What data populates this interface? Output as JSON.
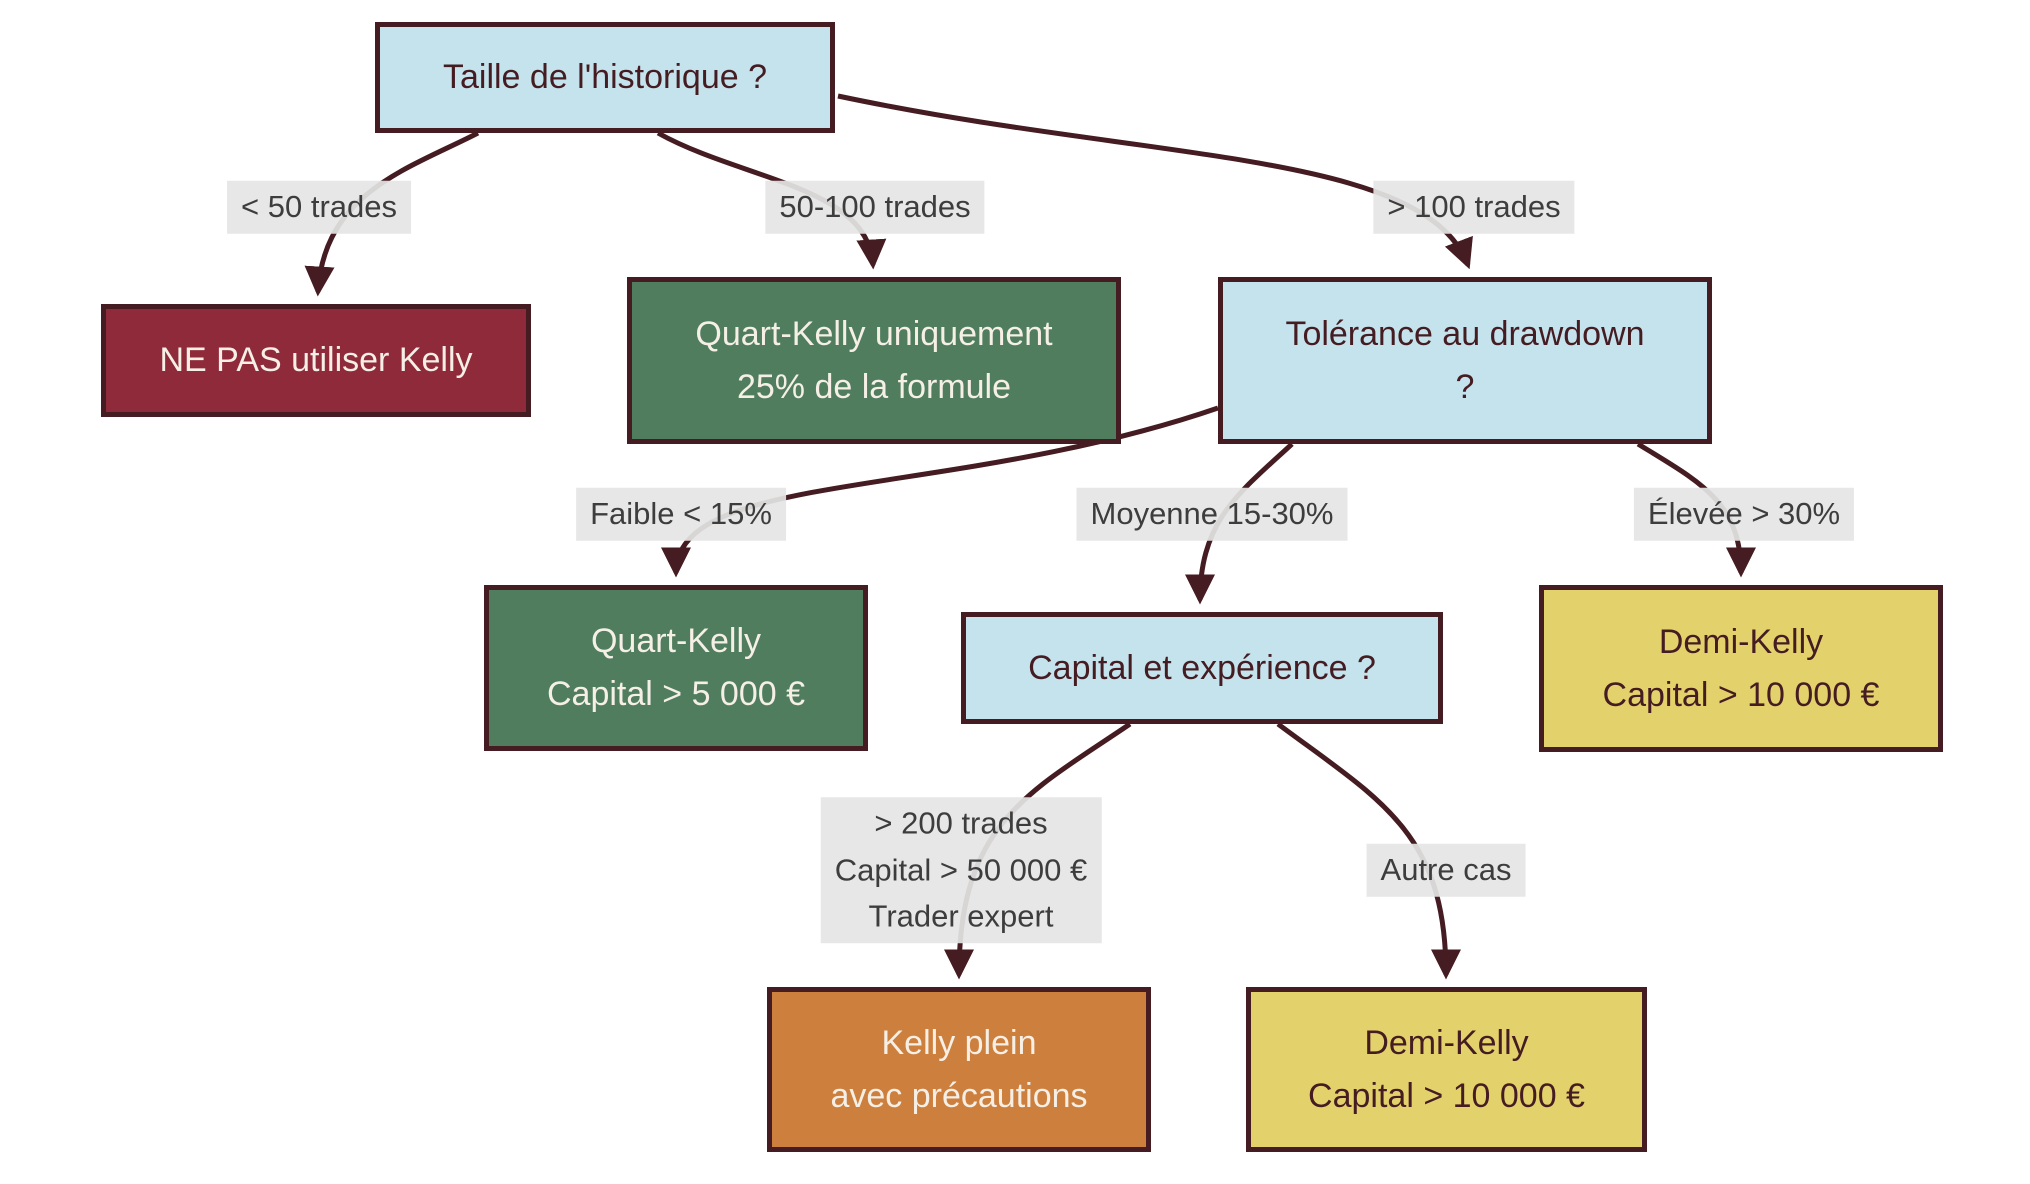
{
  "diagram": {
    "type": "decision-tree",
    "language": "fr",
    "topic": "Kelly criterion position sizing decision tree",
    "colors": {
      "background": "#ffffff",
      "question_fill": "#c4e3ed",
      "danger_fill": "#8e2a3a",
      "green_fill": "#4f7d5e",
      "yellow_fill": "#e3d26c",
      "orange_fill": "#cd7f3e",
      "node_border": "#451c22",
      "edge_stroke": "#451c22",
      "edge_label_bg": "#e5e5e5",
      "edge_label_text": "#3d3d3d",
      "light_text": "#f5efe6",
      "dark_text": "#451c22"
    },
    "nodes": {
      "root": {
        "kind": "question",
        "lines": [
          "Taille de l'historique ?"
        ]
      },
      "no_kelly": {
        "kind": "danger",
        "lines": [
          "NE PAS utiliser Kelly"
        ]
      },
      "quarter_kelly_only": {
        "kind": "result-green",
        "lines": [
          "Quart-Kelly uniquement",
          "25% de la formule"
        ]
      },
      "drawdown_tolerance": {
        "kind": "question",
        "lines": [
          "Tolérance au drawdown",
          "?"
        ]
      },
      "quarter_kelly": {
        "kind": "result-green",
        "lines": [
          "Quart-Kelly",
          "Capital > 5 000 €"
        ]
      },
      "capital_experience": {
        "kind": "question",
        "lines": [
          "Capital et expérience ?"
        ]
      },
      "half_kelly_high": {
        "kind": "result-yellow",
        "lines": [
          "Demi-Kelly",
          "Capital > 10 000 €"
        ]
      },
      "full_kelly": {
        "kind": "result-orange",
        "lines": [
          "Kelly plein",
          "avec précautions"
        ]
      },
      "half_kelly_other": {
        "kind": "result-yellow",
        "lines": [
          "Demi-Kelly",
          "Capital > 10 000 €"
        ]
      }
    },
    "edge_labels": {
      "lt50": {
        "lines": [
          "< 50 trades"
        ],
        "from": "root",
        "to": "no_kelly"
      },
      "b50_100": {
        "lines": [
          "50-100 trades"
        ],
        "from": "root",
        "to": "quarter_kelly_only"
      },
      "gt100": {
        "lines": [
          "> 100 trades"
        ],
        "from": "root",
        "to": "drawdown_tolerance"
      },
      "low": {
        "lines": [
          "Faible < 15%"
        ],
        "from": "drawdown_tolerance",
        "to": "quarter_kelly"
      },
      "medium": {
        "lines": [
          "Moyenne 15-30%"
        ],
        "from": "drawdown_tolerance",
        "to": "capital_experience"
      },
      "high": {
        "lines": [
          "Élevée > 30%"
        ],
        "from": "drawdown_tolerance",
        "to": "half_kelly_high"
      },
      "expert": {
        "lines": [
          "> 200 trades",
          "Capital > 50 000 €",
          "Trader expert"
        ],
        "from": "capital_experience",
        "to": "full_kelly"
      },
      "other": {
        "lines": [
          "Autre cas"
        ],
        "from": "capital_experience",
        "to": "half_kelly_other"
      }
    }
  }
}
